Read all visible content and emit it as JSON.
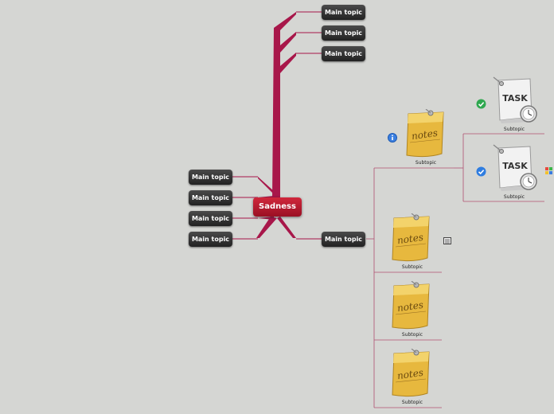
{
  "central": {
    "label": "Sadness"
  },
  "right_topics": [
    {
      "label": "Main topic"
    },
    {
      "label": "Main topic"
    },
    {
      "label": "Main topic"
    },
    {
      "label": "Main topic"
    }
  ],
  "left_topics": [
    {
      "label": "Main topic"
    },
    {
      "label": "Main topic"
    },
    {
      "label": "Main topic"
    },
    {
      "label": "Main topic"
    }
  ],
  "subtopics": [
    {
      "label": "Subtopic",
      "image": "notes-icon"
    },
    {
      "label": "Subtopic",
      "image": "notes-icon"
    },
    {
      "label": "Subtopic",
      "image": "notes-icon"
    },
    {
      "label": "Subtopic",
      "image": "notes-icon"
    }
  ],
  "task_subtopics": [
    {
      "label": "Subtopic",
      "image": "task-icon",
      "marker": "check-green-icon"
    },
    {
      "label": "Subtopic",
      "image": "task-icon",
      "marker": "check-blue-icon"
    }
  ],
  "colors": {
    "branch": "#a8174a",
    "central": "#c01c33",
    "topic": "#333333",
    "background": "#d5d6d3"
  }
}
